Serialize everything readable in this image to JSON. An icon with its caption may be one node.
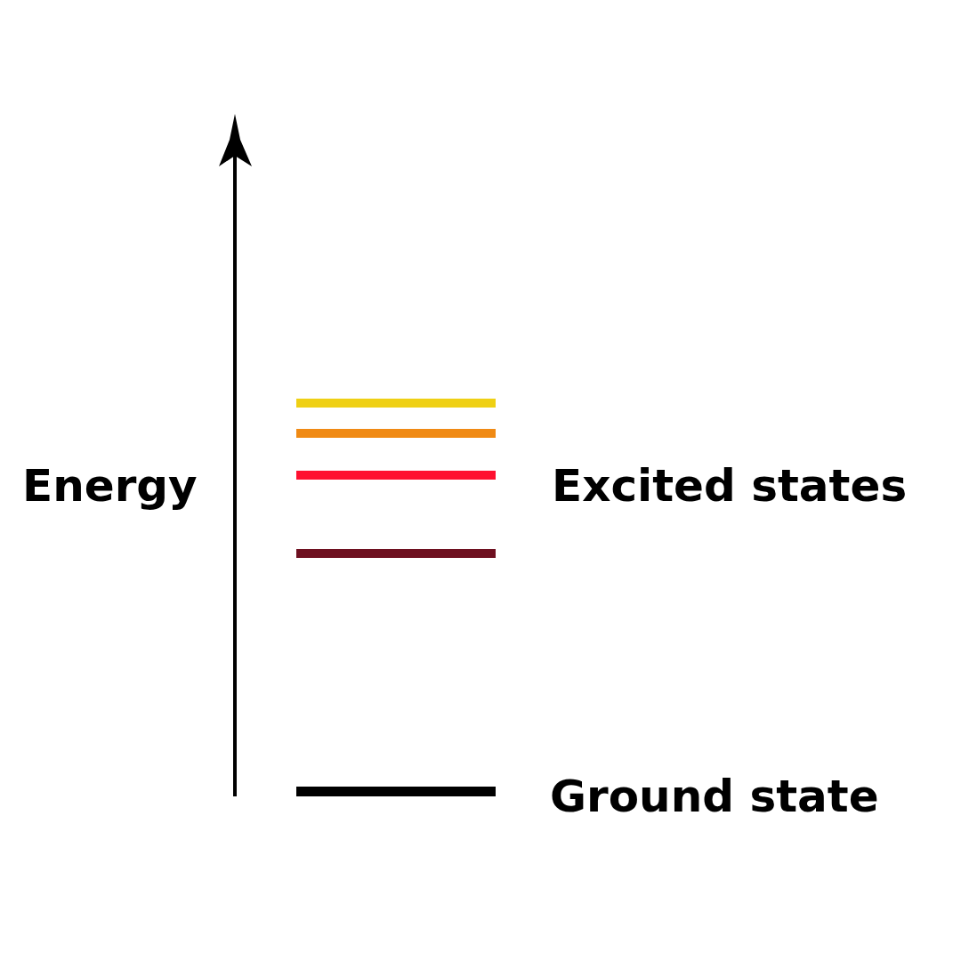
{
  "diagram": {
    "nodes": [
      {
        "text": [],
        "shape": "bar"
      },
      {
        "text": [],
        "shape": "bar"
      },
      {
        "text": [],
        "shape": "bar"
      },
      {
        "text": [],
        "shape": "bar"
      },
      {
        "text": [],
        "shape": "bar",
        "beside": [
          "Ground state"
        ]
      }
    ],
    "labels": [
      "Energy",
      "Excited states"
    ]
  }
}
